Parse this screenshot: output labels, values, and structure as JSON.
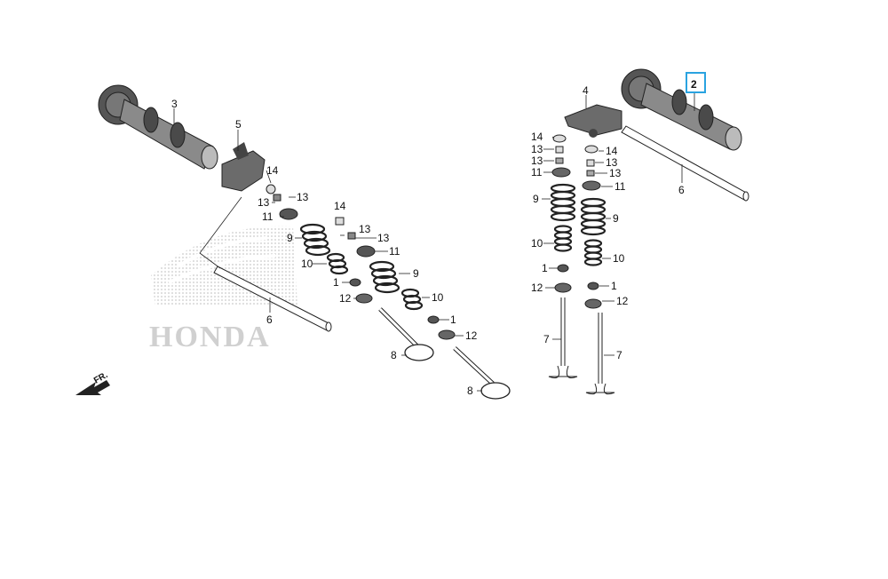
{
  "logo": {
    "text": "HONDA"
  },
  "direction": {
    "label": "FR."
  },
  "highlight_color": "#2aa3e0",
  "callouts": {
    "c2": "2",
    "c3": "3",
    "c4": "4",
    "c5": "5",
    "c6": "6",
    "c7": "7",
    "c8": "8",
    "c9": "9",
    "c10": "10",
    "c11": "11",
    "c12": "12",
    "c13": "13",
    "c14": "14",
    "c1": "1"
  }
}
